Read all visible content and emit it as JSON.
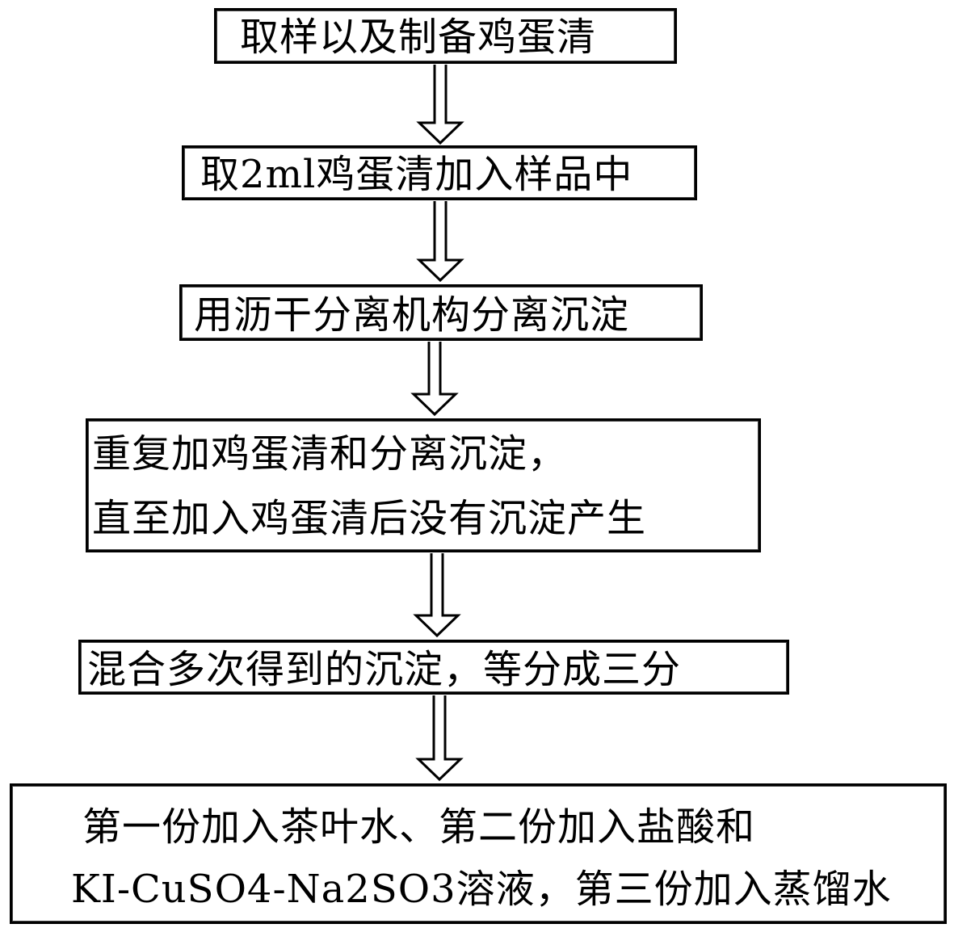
{
  "steps": [
    {
      "lines": [
        "取样以及制备鸡蛋清"
      ]
    },
    {
      "lines": [
        "取2ml鸡蛋清加入样品中"
      ]
    },
    {
      "lines": [
        "用沥干分离机构分离沉淀"
      ]
    },
    {
      "lines": [
        "重复加鸡蛋清和分离沉淀，",
        "直至加入鸡蛋清后没有沉淀产生"
      ]
    },
    {
      "lines": [
        "混合多次得到的沉淀，等分成三分"
      ]
    },
    {
      "lines": [
        "第一份加入茶叶水、第二份加入盐酸和",
        "KI-CuSO4-Na2SO3溶液，第三份加入蒸馏水"
      ]
    }
  ]
}
